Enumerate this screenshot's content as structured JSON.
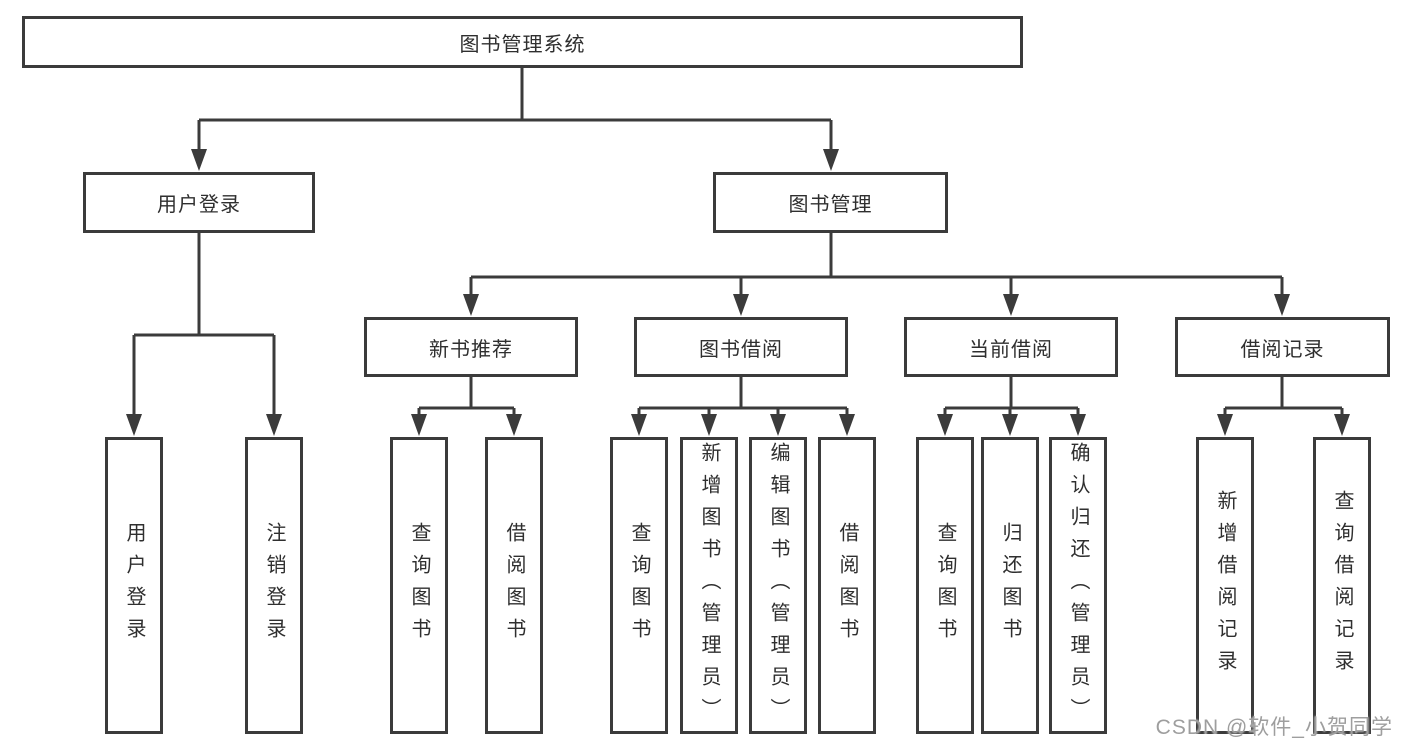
{
  "diagram": {
    "title": "图书管理系统",
    "branches": [
      {
        "label": "用户登录",
        "children": [
          {
            "label": "用户登录"
          },
          {
            "label": "注销登录"
          }
        ]
      },
      {
        "label": "图书管理",
        "children": [
          {
            "label": "新书推荐",
            "children": [
              {
                "label": "查询图书"
              },
              {
                "label": "借阅图书"
              }
            ]
          },
          {
            "label": "图书借阅",
            "children": [
              {
                "label": "查询图书"
              },
              {
                "label": "新增图书（管理员）"
              },
              {
                "label": "编辑图书（管理员）"
              },
              {
                "label": "借阅图书"
              }
            ]
          },
          {
            "label": "当前借阅",
            "children": [
              {
                "label": "查询图书"
              },
              {
                "label": "归还图书"
              },
              {
                "label": "确认归还（管理员）"
              }
            ]
          },
          {
            "label": "借阅记录",
            "children": [
              {
                "label": "新增借阅记录"
              },
              {
                "label": "查询借阅记录"
              }
            ]
          }
        ]
      }
    ]
  },
  "watermark": "CSDN @软件_小贺同学",
  "colors": {
    "line": "#3b3b3b",
    "text": "#2f2f2f",
    "watermark": "#9e9e9e",
    "background": "#ffffff"
  }
}
